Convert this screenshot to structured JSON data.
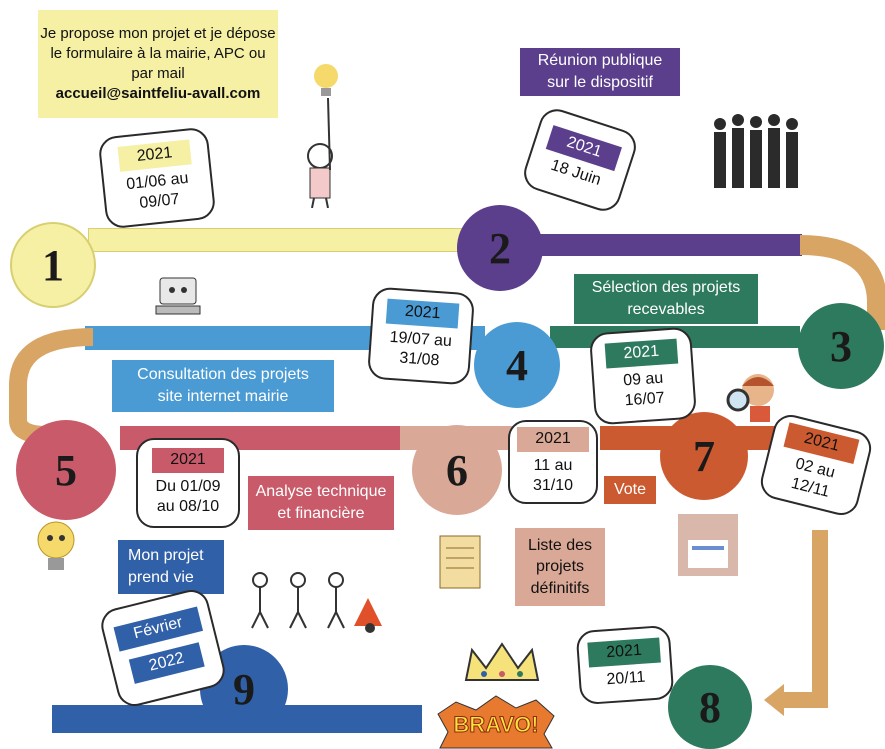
{
  "steps": {
    "s1": {
      "num": "1",
      "text": "Je propose mon projet et je dépose le formulaire à la mairie, APC ou par mail",
      "email": "accueil@saintfeliu-avall.com",
      "year": "2021",
      "date_line1": "01/06 au",
      "date_line2": "09/07"
    },
    "s2": {
      "num": "2",
      "text_line1": "Réunion publique",
      "text_line2": "sur le dispositif",
      "year": "2021",
      "date": "18 Juin"
    },
    "s3": {
      "num": "3",
      "text_line1": "Sélection des projets",
      "text_line2": "recevables",
      "year": "2021",
      "date_line1": "09 au",
      "date_line2": "16/07"
    },
    "s4": {
      "num": "4",
      "text_line1": "Consultation des projets",
      "text_line2": "site internet mairie",
      "year": "2021",
      "date_line1": "19/07 au",
      "date_line2": "31/08"
    },
    "s5": {
      "num": "5",
      "text_line1": "Analyse technique",
      "text_line2": "et financière",
      "year": "2021",
      "date_line1": "Du 01/09",
      "date_line2": "au 08/10"
    },
    "s6": {
      "num": "6",
      "text_line1": "Liste des",
      "text_line2": "projets",
      "text_line3": "définitifs",
      "year": "2021",
      "date_line1": "11 au",
      "date_line2": "31/10"
    },
    "s7": {
      "num": "7",
      "text": "Vote",
      "year": "2021",
      "date_line1": "02 au",
      "date_line2": "12/11"
    },
    "s8": {
      "num": "8",
      "year": "2021",
      "date": "20/11"
    },
    "s9": {
      "num": "9",
      "text_line1": "Mon projet",
      "text_line2": "prend vie",
      "month": "Février",
      "year": "2022"
    }
  },
  "bravo": "BRAVO!",
  "colors": {
    "yellow": "#f5f0a4",
    "purple": "#5b3f8c",
    "teal": "#2e7a5f",
    "blue": "#4a9bd4",
    "rose": "#c85a6a",
    "peach": "#d9a896",
    "orange": "#cc5a30",
    "darkblue": "#3060a8",
    "tan": "#d9a565"
  },
  "icons": [
    "lightbulb-person-icon",
    "business-people-icon",
    "computer-mascot-icon",
    "magnifier-kid-icon",
    "scroll-icon",
    "ballot-icon",
    "lightbulb-mascot-icon",
    "workers-icon",
    "crown-icon",
    "bravo-icon"
  ]
}
